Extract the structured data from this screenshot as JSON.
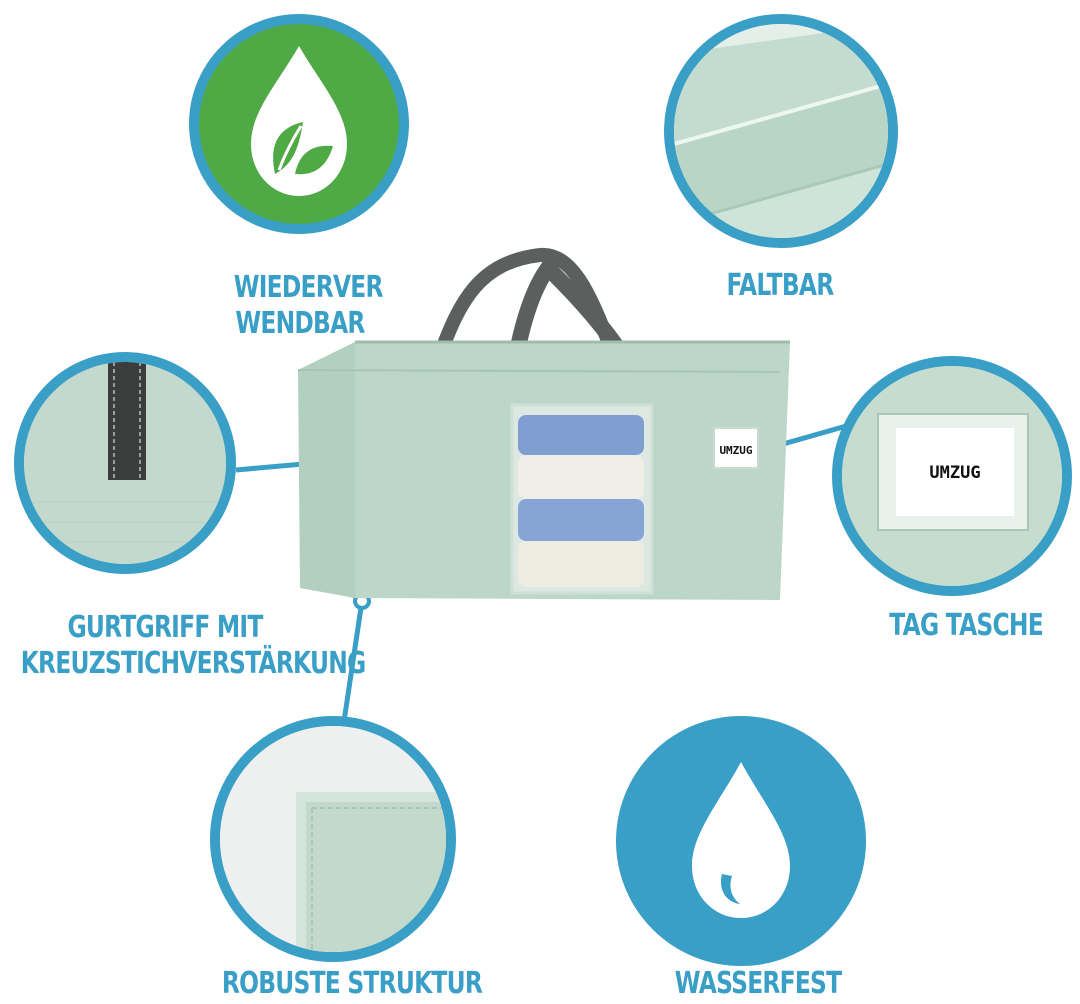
{
  "features": {
    "reusable": {
      "label_line1": "WIEDERVER",
      "label_line2": "WENDBAR",
      "icon": "leaf-drop-icon"
    },
    "foldable": {
      "label": "FALTBAR"
    },
    "handle": {
      "label_line1": "GURTGRIFF MIT",
      "label_line2": "KREUZSTICHVERSTÄRKUNG"
    },
    "tag_pocket": {
      "label": "TAG TASCHE",
      "tag_text": "UMZUG"
    },
    "sturdy": {
      "label": "ROBUSTE STRUKTUR"
    },
    "waterproof": {
      "label": "WASSERFEST",
      "icon": "water-drop-icon"
    }
  },
  "bag": {
    "tag_text": "UMZUG"
  },
  "colors": {
    "accent": "#3a9fc6",
    "green": "#4fa944",
    "bag_mint": "#bcd6c9",
    "handle_gray": "#5b5f5d"
  }
}
